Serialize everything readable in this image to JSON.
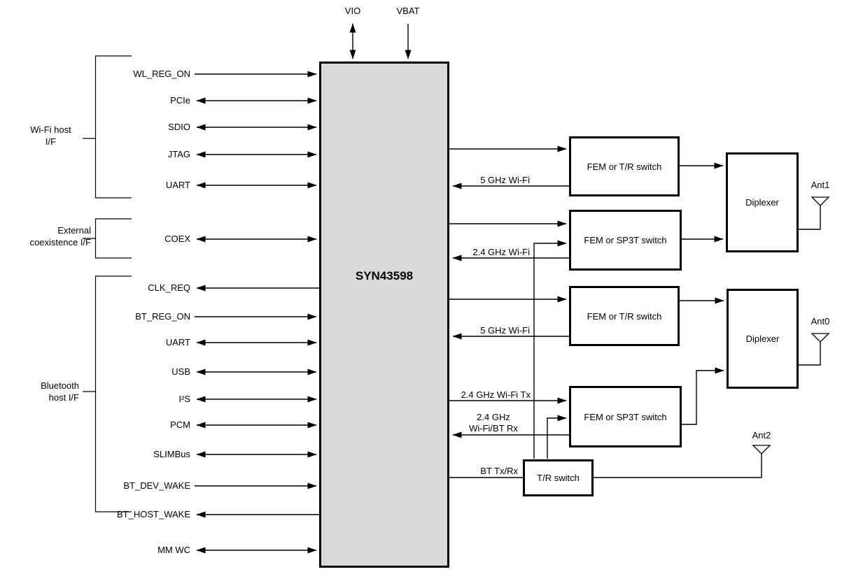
{
  "chip": {
    "label": "SYN43598",
    "fill_color": "#d9d9d9"
  },
  "power_pins": [
    {
      "label": "VIO",
      "direction": "bidirectional"
    },
    {
      "label": "VBAT",
      "direction": "input"
    }
  ],
  "host_interface_groups": [
    {
      "label": "Wi-Fi host\nI/F"
    },
    {
      "label": "External\ncoexistence I/F"
    },
    {
      "label": "Bluetooth\nhost I/F"
    }
  ],
  "left_signals": [
    {
      "label": "WL_REG_ON",
      "direction": "input"
    },
    {
      "label": "PCIe",
      "direction": "bidirectional"
    },
    {
      "label": "SDIO",
      "direction": "bidirectional"
    },
    {
      "label": "JTAG",
      "direction": "bidirectional"
    },
    {
      "label": "UART",
      "direction": "bidirectional"
    },
    {
      "label": "COEX",
      "direction": "bidirectional"
    },
    {
      "label": "CLK_REQ",
      "direction": "output"
    },
    {
      "label": "BT_REG_ON",
      "direction": "input"
    },
    {
      "label": "UART",
      "direction": "bidirectional"
    },
    {
      "label": "USB",
      "direction": "bidirectional"
    },
    {
      "label": "I²S",
      "direction": "bidirectional"
    },
    {
      "label": "PCM",
      "direction": "bidirectional"
    },
    {
      "label": "SLIMBus",
      "direction": "bidirectional"
    },
    {
      "label": "BT_DEV_WAKE",
      "direction": "input"
    },
    {
      "label": "BT_HOST_WAKE",
      "direction": "output"
    },
    {
      "label": "MM WC",
      "direction": "bidirectional"
    }
  ],
  "rf_path_labels": [
    {
      "label": "5 GHz Wi-Fi",
      "arrow_direction": "toward_chip"
    },
    {
      "label": "2.4 GHz Wi-Fi",
      "arrow_direction": "toward_chip"
    },
    {
      "label": "5 GHz Wi-Fi",
      "arrow_direction": "toward_chip"
    },
    {
      "label": "2.4 GHz Wi-Fi Tx",
      "arrow_direction": "away_from_chip"
    },
    {
      "label": "2.4 GHz\nWi-Fi/BT Rx",
      "arrow_direction": "toward_chip"
    },
    {
      "label": "BT Tx/Rx",
      "arrow_direction": "bidirectional"
    }
  ],
  "rf_blocks": [
    {
      "label": "FEM or T/R switch"
    },
    {
      "label": "FEM or SP3T switch"
    },
    {
      "label": "FEM or T/R switch"
    },
    {
      "label": "FEM or SP3T switch"
    },
    {
      "label": "T/R switch"
    },
    {
      "label": "Diplexer"
    },
    {
      "label": "Diplexer"
    }
  ],
  "antennas": [
    {
      "label": "Ant1"
    },
    {
      "label": "Ant0"
    },
    {
      "label": "Ant2"
    }
  ]
}
